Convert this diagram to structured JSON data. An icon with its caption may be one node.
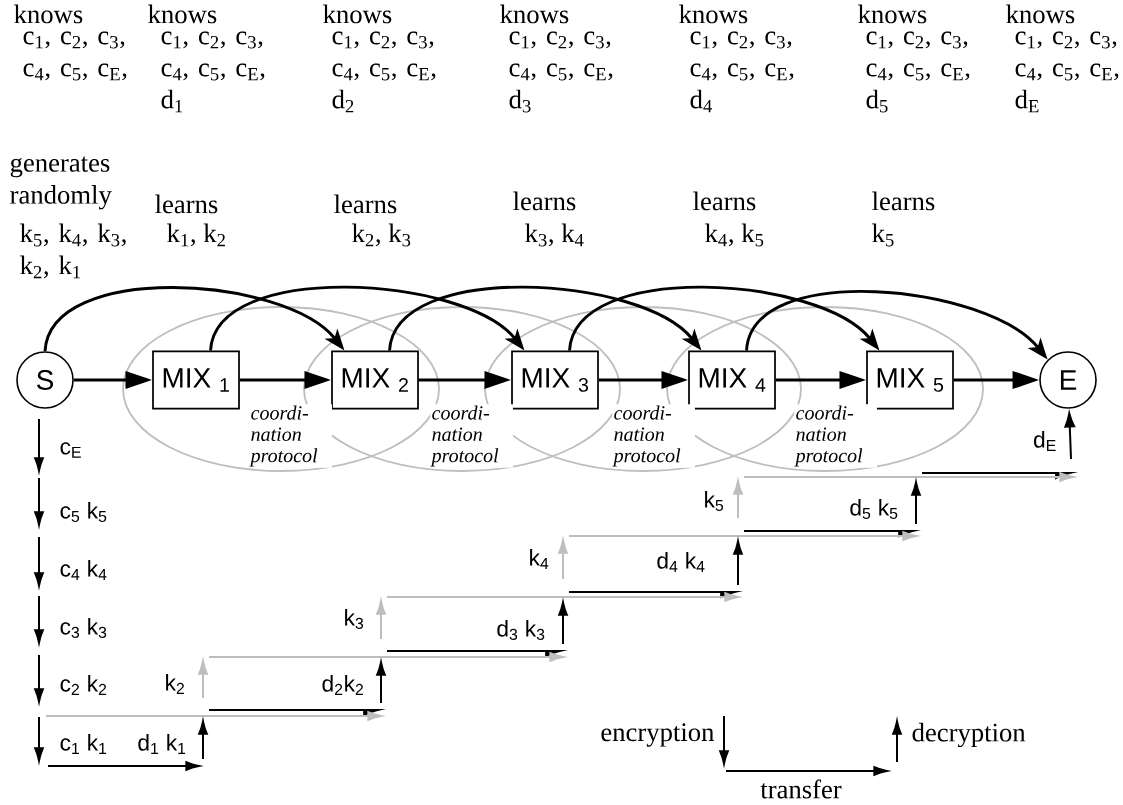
{
  "diagram": {
    "nodes": [
      {
        "text": [
          "S"
        ]
      },
      {
        "text": [
          "MIX $_{1}$"
        ]
      },
      {
        "text": [
          "MIX $_{2}$"
        ]
      },
      {
        "text": [
          "MIX $_{3}$"
        ]
      },
      {
        "text": [
          "MIX $_{4}$"
        ]
      },
      {
        "text": [
          "MIX $_{5}$"
        ]
      },
      {
        "text": [
          "E"
        ]
      }
    ],
    "edges": [
      {
        "from": 0,
        "to": 1,
        "arrow": "to"
      },
      {
        "from": 1,
        "to": 2,
        "arrow": "to"
      },
      {
        "from": 2,
        "to": 3,
        "arrow": "to"
      },
      {
        "from": 3,
        "to": 4,
        "arrow": "to"
      },
      {
        "from": 4,
        "to": 5,
        "arrow": "to"
      },
      {
        "from": 5,
        "to": 6,
        "arrow": "to"
      },
      {
        "from": 0,
        "to": 2,
        "arrow": "to"
      },
      {
        "from": 1,
        "to": 3,
        "arrow": "to"
      },
      {
        "from": 2,
        "to": 4,
        "arrow": "to"
      },
      {
        "from": 3,
        "to": 5,
        "arrow": "to"
      },
      {
        "from": 4,
        "to": 6,
        "arrow": "to"
      },
      {
        "from": null,
        "to": 6,
        "arrow": "to",
        "label": "d$_{E}$"
      }
    ],
    "labels": [
      "knows",
      "c$_{1}$, c$_{2}$, c$_{3}$, c$_{4}$, c$_{5}$, c$_{E}$,",
      "knows",
      "c$_{1}$, c$_{2}$, c$_{3}$, c$_{4}$, c$_{5}$, c$_{E}$, d$_{1}$",
      "knows",
      "c$_{1}$, c$_{2}$, c$_{3}$, c$_{4}$, c$_{5}$, c$_{E}$, d$_{2}$",
      "knows",
      "c$_{1}$, c$_{2}$, c$_{3}$, c$_{4}$, c$_{5}$, c$_{E}$, d$_{3}$",
      "knows",
      "c$_{1}$, c$_{2}$, c$_{3}$, c$_{4}$, c$_{5}$, c$_{E}$, d$_{4}$",
      "knows",
      "c$_{1}$, c$_{2}$, c$_{3}$, c$_{4}$, c$_{5}$, c$_{E}$, d$_{5}$",
      "knows",
      "c$_{1}$, c$_{2}$, c$_{3}$, c$_{4}$, c$_{5}$, c$_{E}$, d$_{E}$",
      "generates randomly",
      "k$_{5}$, k$_{4}$, k$_{3}$, k$_{2}$, k$_{1}$",
      "learns",
      "k$_{1}$, k$_{2}$",
      "learns",
      "k$_{2}$, k$_{3}$",
      "learns",
      "k$_{3}$, k$_{4}$",
      "learns",
      "k$_{4}$, k$_{5}$",
      "learns",
      "k$_{5}$",
      "coordi-nation protocol",
      "coordi-nation protocol",
      "coordi-nation protocol",
      "coordi-nation protocol",
      "c$_{E}$",
      "c$_{5}$ k$_{5}$",
      "c$_{4}$ k$_{4}$",
      "c$_{3}$ k$_{3}$",
      "c$_{2}$ k$_{2}$",
      "c$_{1}$ k$_{1}$",
      "k$_{2}$",
      "d$_{1}$ k$_{1}$",
      "k$_{3}$",
      "d$_{2}$k$_{2}$",
      "k$_{4}$",
      "d$_{3}$ k$_{3}$",
      "k$_{5}$",
      "d$_{4}$ k$_{4}$",
      "d$_{5}$ k$_{5}$",
      "encryption",
      "transfer",
      "decryption"
    ]
  }
}
